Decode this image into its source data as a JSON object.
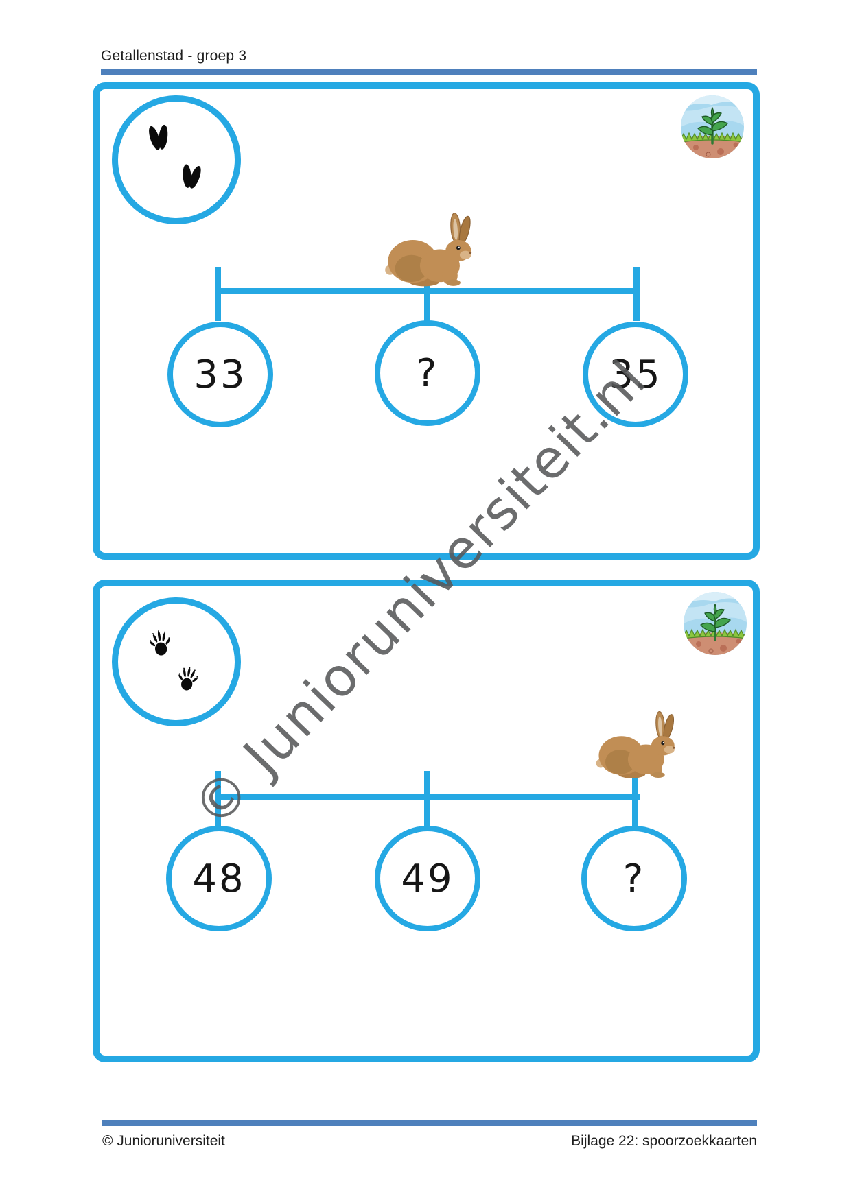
{
  "header": {
    "title": "Getallenstad - groep 3"
  },
  "watermark": {
    "text": "© Junioruniversiteit.nl"
  },
  "footer": {
    "left": "© Junioruniversiteit",
    "right": "Bijlage 22: spoorzoekkaarten"
  },
  "colors": {
    "accent_blue": "#25A8E3",
    "rule_blue": "#4E80BC",
    "watermark_gray": "#58595B",
    "track_print_black": "#0B0B0B",
    "rabbit_brown": "#C18E55"
  },
  "cards": [
    {
      "name": "spoorzoekkaart-1",
      "track_icon": "deer-hoof-prints",
      "corner_icon": "seedling-sprouting-from-soil",
      "animal_icon": "rabbit",
      "animal_tick_position": "middle",
      "sequence": [
        "33",
        "?",
        "35"
      ]
    },
    {
      "name": "spoorzoekkaart-2",
      "track_icon": "rodent-paw-prints",
      "corner_icon": "seedling-sprouting-from-soil",
      "animal_icon": "rabbit",
      "animal_tick_position": "right",
      "sequence": [
        "48",
        "49",
        "?"
      ]
    }
  ]
}
